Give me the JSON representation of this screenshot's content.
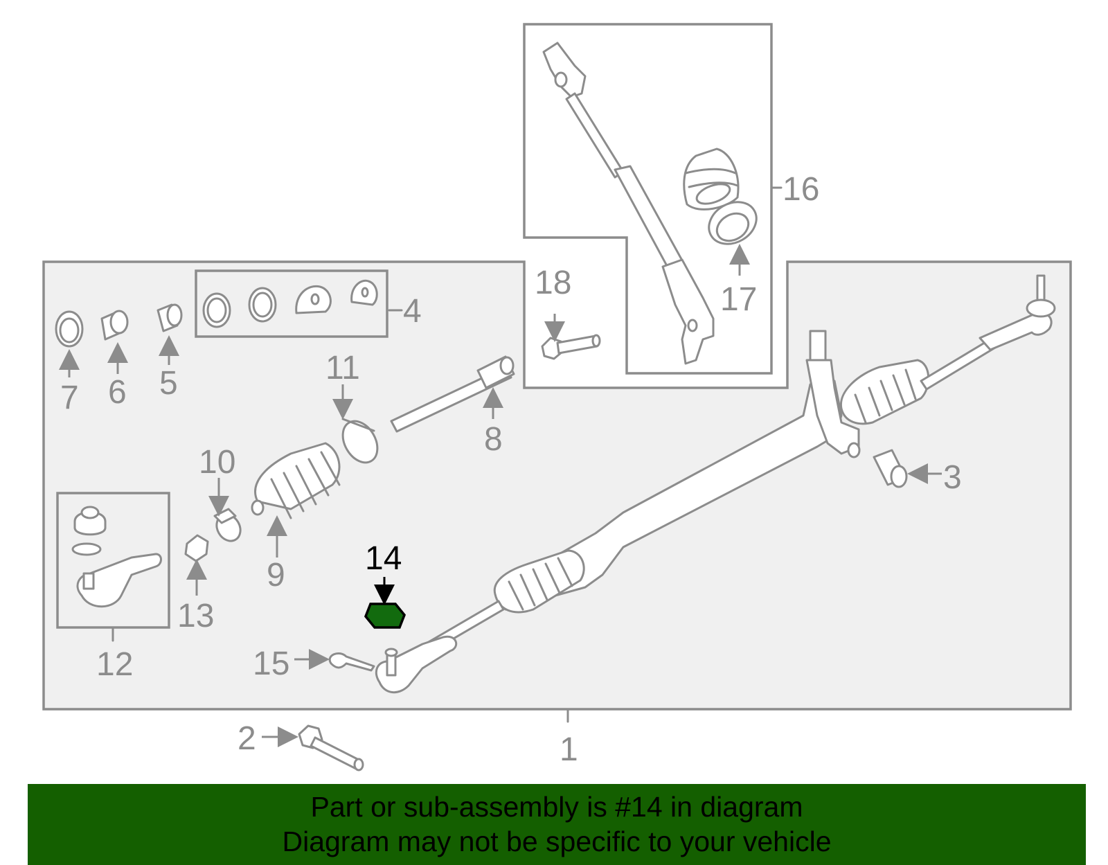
{
  "highlight": {
    "part_number": "14",
    "color": "#126b0e"
  },
  "callouts": {
    "c1": "1",
    "c2": "2",
    "c3": "3",
    "c4": "4",
    "c5": "5",
    "c6": "6",
    "c7": "7",
    "c8": "8",
    "c9": "9",
    "c10": "10",
    "c11": "11",
    "c12": "12",
    "c13": "13",
    "c14": "14",
    "c15": "15",
    "c16": "16",
    "c17": "17",
    "c18": "18"
  },
  "banner": {
    "line1": "Part or sub-assembly is #14 in diagram",
    "line2": "Diagram may not be specific to your vehicle",
    "background": "#145f00"
  }
}
